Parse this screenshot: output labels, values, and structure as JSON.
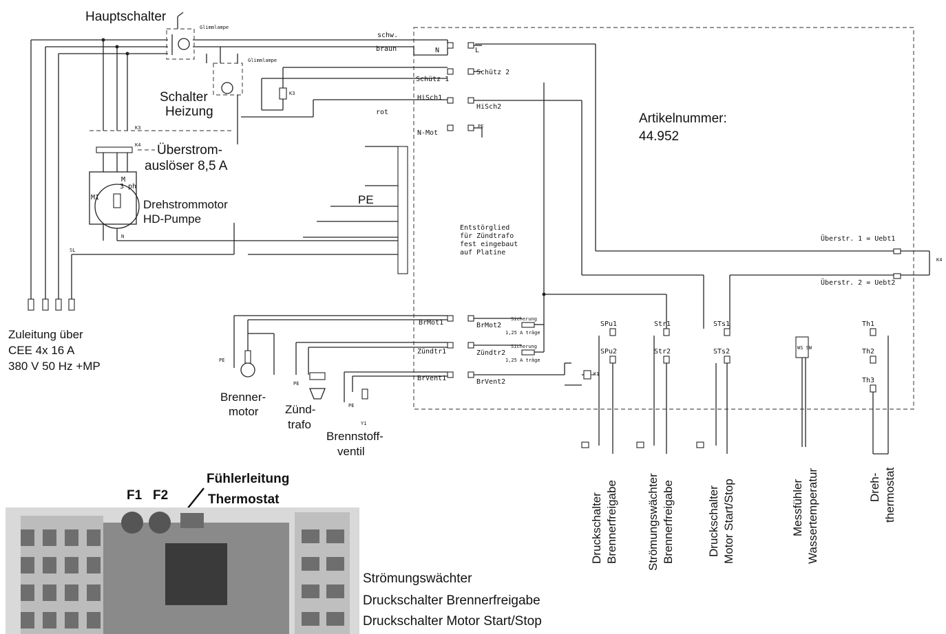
{
  "labels": {
    "hauptschalter": "Hauptschalter",
    "glimmlampe1": "Glimmlampe",
    "glimmlampe2": "Glimmlampe",
    "schalter": "Schalter",
    "heizung": "Heizung",
    "k3_top": "K3",
    "k3_coil": "K3",
    "k4_left": "K4",
    "k4_right": "K4",
    "ueberstrom1": "Überstrom-",
    "ueberstrom2": "auslöser 8,5 A",
    "motor_m": "M",
    "motor_ph": "3 ph",
    "motor_m1": "M1",
    "motor_n": "N",
    "drehstrom1": "Drehstrommotor",
    "drehstrom2": "HD-Pumpe",
    "sl": "SL",
    "pe_left": "PE",
    "zuleitung1": "Zuleitung über",
    "zuleitung2": "CEE 4x 16 A",
    "zuleitung3": "380 V 50 Hz +MP",
    "wire_schw": "schw.",
    "wire_braun": "braun",
    "wire_rot": "rot",
    "t_N": "N",
    "t_L": "L",
    "t_schuetz1": "Schütz 1",
    "t_schuetz2": "Schütz 2",
    "t_hisch1": "HiSch1",
    "t_hisch2": "HiSch2",
    "t_nmot": "N-Mot",
    "t_pe": "PE",
    "artikel1": "Artikelnummer:",
    "artikel2": "44.952",
    "entstoer1": "Entstörglied",
    "entstoer2": "für Zündtrafo",
    "entstoer3": "fest eingebaut",
    "entstoer4": "auf Platine",
    "ueberstr1": "Überstr. 1 = Uebt1",
    "ueberstr2": "Überstr. 2 = Uebt2",
    "k4_relay": "K4",
    "t_brmot1": "BrMot1",
    "t_brmot2": "BrMot2",
    "t_zuendtr1": "Zündtr1",
    "t_zuendtr2": "Zündtr2",
    "t_brvent1": "BrVent1",
    "t_brvent2": "BrVent2",
    "sich1": "Sicherung",
    "sich1b": "1,25 A träge",
    "sich2": "Sicherung",
    "sich2b": "1,25 A träge",
    "k1": "K1",
    "spu1": "SPu1",
    "spu2": "SPu2",
    "str1": "Str1",
    "str2": "Str2",
    "sts1": "STs1",
    "sts2": "STs2",
    "th1": "Th1",
    "th2": "Th2",
    "th3": "Th3",
    "pe_brenner": "PE",
    "pe_zuend": "PE",
    "pe_ventil": "PE",
    "y1": "Y1",
    "brenner1": "Brenner-",
    "brenner2": "motor",
    "zuend1": "Zünd-",
    "zuend2": "trafo",
    "brennstoff1": "Brennstoff-",
    "brennstoff2": "ventil",
    "v_druck_brenn1": "Druckschalter",
    "v_druck_brenn2": "Brennerfreigabe",
    "v_stroem1": "Strömungswächter",
    "v_stroem2": "Brennerfreigabe",
    "v_druck_motor1": "Druckschalter",
    "v_druck_motor2": "Motor Start/Stop",
    "v_mess1": "Messfühler",
    "v_mess2": "Wassertemperatur",
    "v_dreh1": "Dreh-",
    "v_dreh2": "thermostat",
    "ws_sw": "WS SW",
    "f1": "F1",
    "f2": "F2",
    "fuehler1": "Fühlerleitung",
    "fuehler2": "Thermostat",
    "photo1": "Strömungswächter",
    "photo2": "Druckschalter  Brennerfreigabe",
    "photo3": "Druckschalter Motor Start/Stop"
  }
}
